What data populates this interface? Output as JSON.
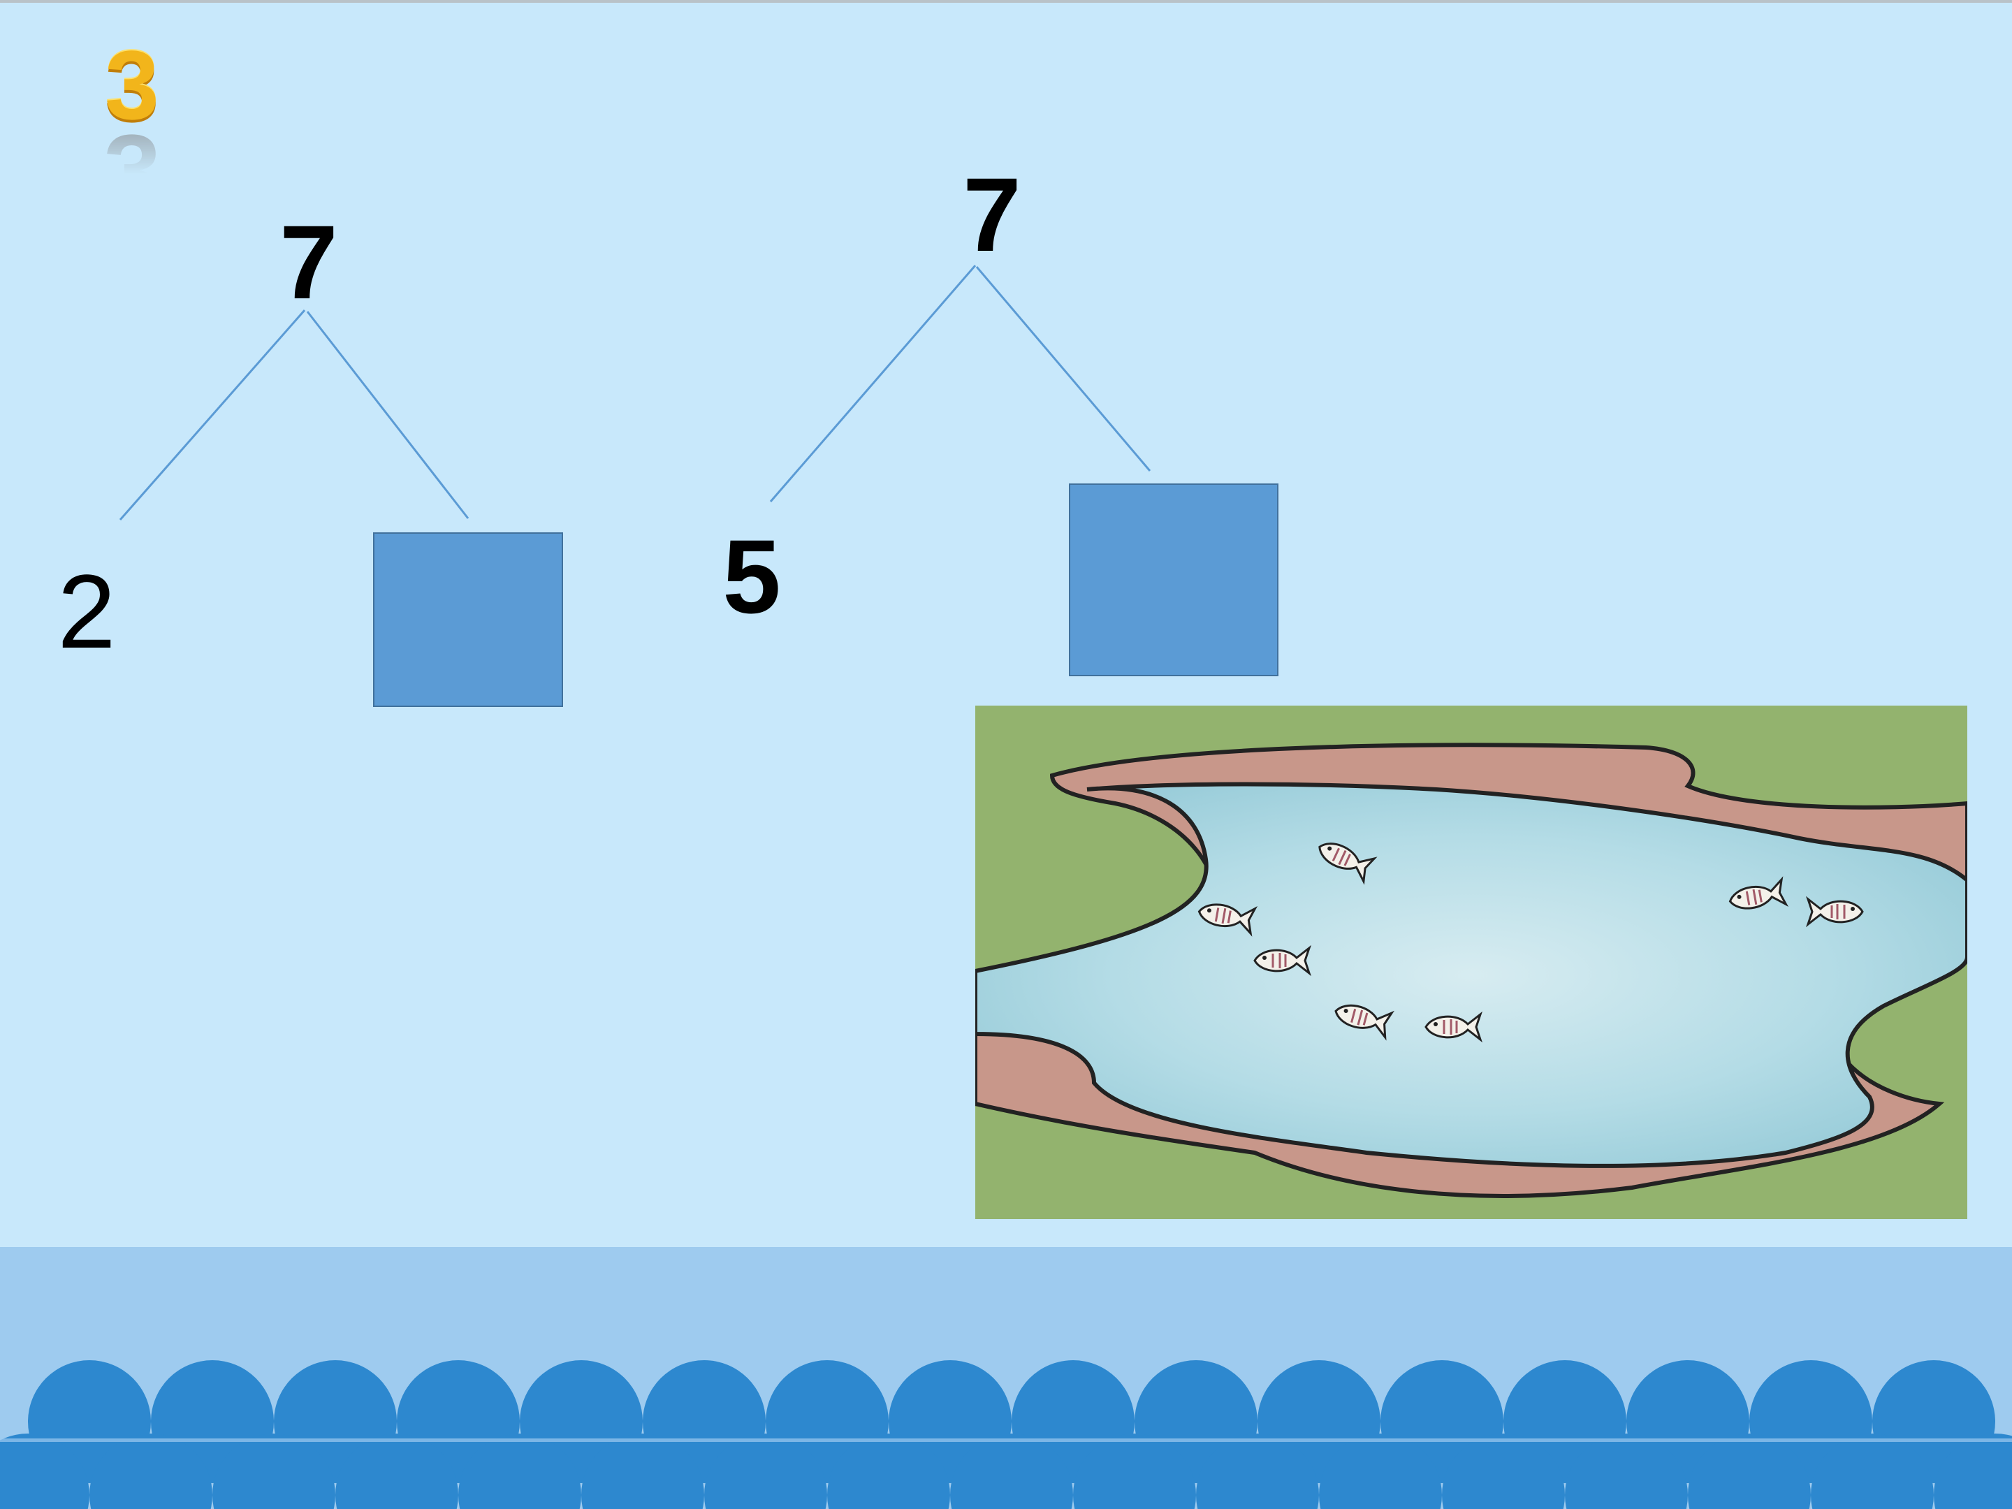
{
  "slide": {
    "number": "3"
  },
  "bond_left": {
    "whole": "7",
    "part_known": "2"
  },
  "bond_right": {
    "whole": "7",
    "part_known": "5"
  },
  "colors": {
    "background": "#c8e8fb",
    "answer_box": "#5b9bd5",
    "connector": "#5b9bd5",
    "band": "#9ecbef",
    "waves": "#2d88cf",
    "slide_number": "#f2b51b"
  },
  "picture": {
    "subject": "pond-with-fish",
    "fish_count": 7
  }
}
